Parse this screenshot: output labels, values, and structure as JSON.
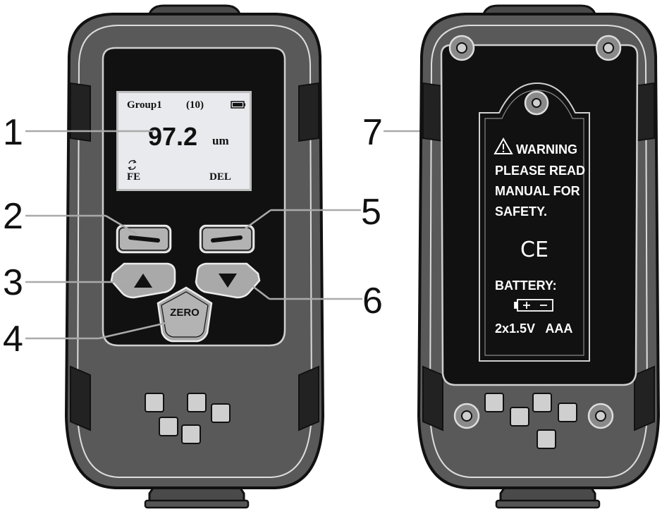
{
  "callouts": [
    "1",
    "2",
    "3",
    "4",
    "5",
    "6",
    "7"
  ],
  "screen": {
    "group_label": "Group1",
    "count_label": "(10)",
    "reading_value": "97.2",
    "reading_unit": "um",
    "mode_label": "FE",
    "delete_label": "DEL"
  },
  "buttons": {
    "zero_label": "ZERO"
  },
  "rear_label": {
    "warning_title": "WARNING",
    "warning_line1": "PLEASE READ",
    "warning_line2": "MANUAL FOR",
    "warning_line3": "SAFETY.",
    "ce_mark": "CE",
    "battery_title": "BATTERY:",
    "battery_spec": "2x1.5V   AAA"
  },
  "icons": [
    "battery-level-icon",
    "cycle-arrows-icon",
    "warning-triangle-icon",
    "battery-polarity-icon",
    "up-arrow-icon",
    "down-arrow-icon"
  ]
}
